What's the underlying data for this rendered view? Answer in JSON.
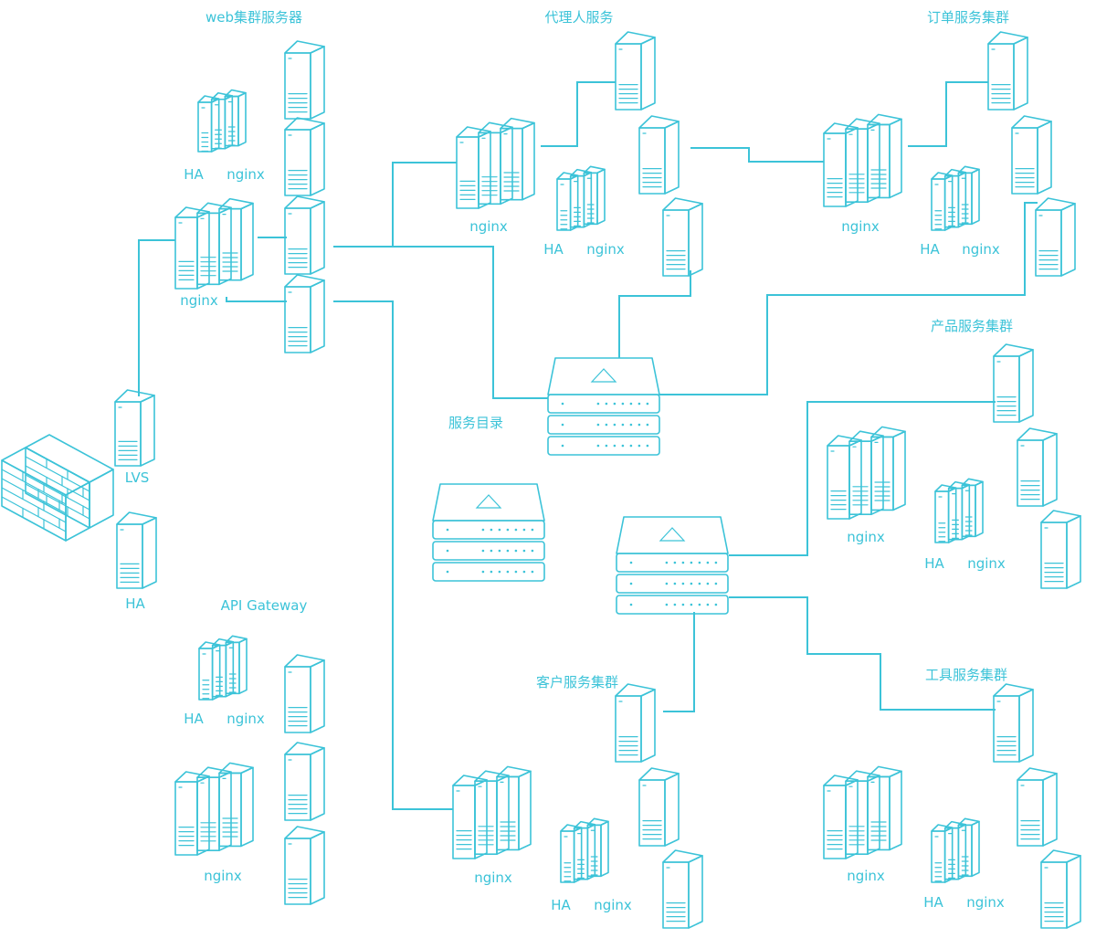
{
  "colors": {
    "accent": "#3cc3d8",
    "fill_light": "#e8f8fb",
    "fill_mid": "#d2f1f7",
    "fill_dark": "#b5e7f0",
    "text": "#3cc3d8"
  },
  "labels": {
    "web_cluster": "web集群服务器",
    "agent_service": "代理人服务",
    "order_cluster": "订单服务集群",
    "product_cluster": "产品服务集群",
    "customer_cluster": "客户服务集群",
    "tool_cluster": "工具服务集群",
    "service_catalog": "服务目录",
    "api_gateway": "API Gateway",
    "lvs": "LVS",
    "ha": "HA",
    "nginx": "nginx"
  },
  "icons": {
    "server": "server-icon",
    "rack": "server-rack-icon",
    "switch": "switch-icon",
    "firewall": "firewall-icon"
  }
}
